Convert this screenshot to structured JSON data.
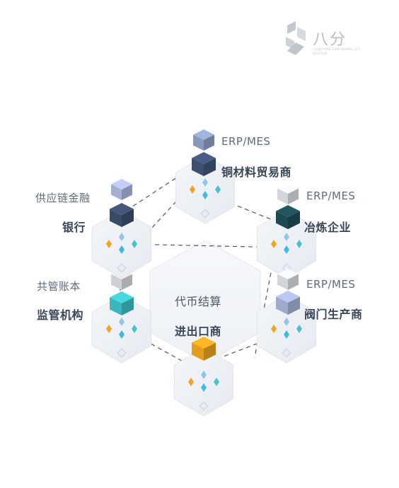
{
  "logo": {
    "text": "八分",
    "tagline": "八分量 MORE THAN SHARING IS A SOLUTION"
  },
  "center_label": "代币结算",
  "nodes": [
    {
      "id": "copper",
      "top_label": "ERP/MES",
      "name": "铜材料贸易商",
      "top_cube": "#8fa1c8",
      "bottom_cube": "#415478"
    },
    {
      "id": "smelter",
      "top_label": "ERP/MES",
      "name": "冶炼企业",
      "top_cube": "#dde0e4",
      "bottom_cube": "#1f4d56"
    },
    {
      "id": "valve",
      "top_label": "ERP/MES",
      "name": "阀门生产商",
      "top_cube": "#dde0e4",
      "bottom_cube": "#a7b3d8"
    },
    {
      "id": "trade",
      "top_label": "",
      "name": "进出口商",
      "top_cube": "",
      "bottom_cube": "#f0a41f"
    },
    {
      "id": "regulator",
      "top_label": "共管账本",
      "name": "监管机构",
      "top_cube": "#d9dbde",
      "bottom_cube": "#3fc0c6"
    },
    {
      "id": "bank",
      "top_label": "供应链金融",
      "name": "银行",
      "top_cube": "#aeb8de",
      "bottom_cube": "#3e4e6e"
    }
  ]
}
